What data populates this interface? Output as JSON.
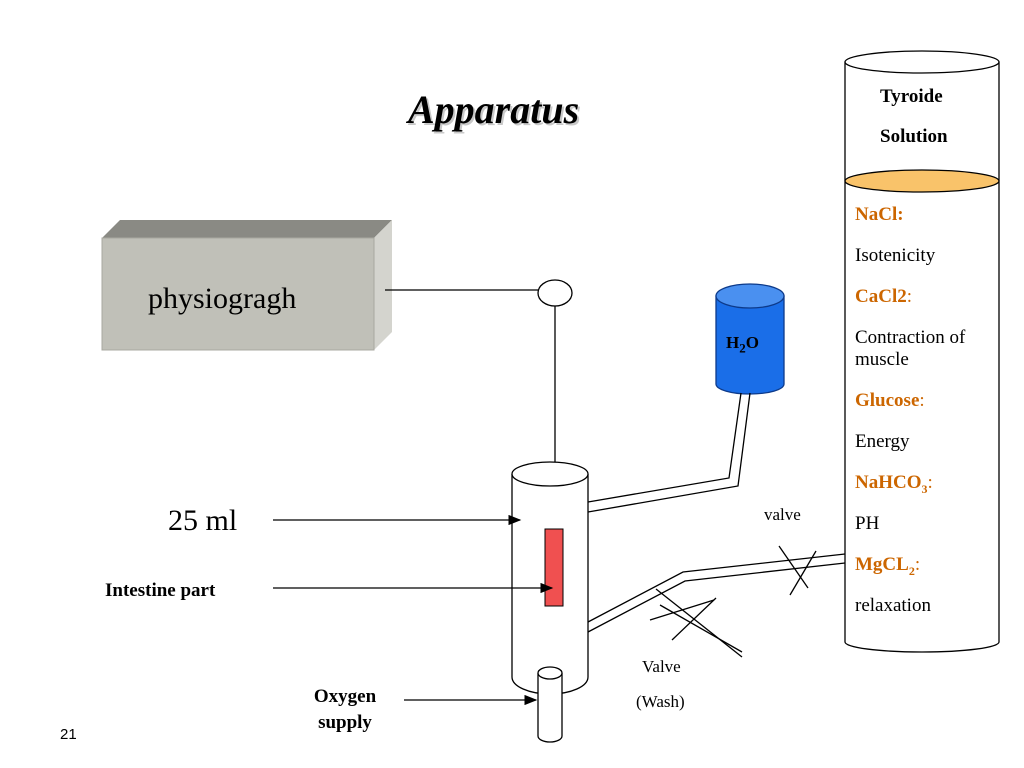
{
  "title": "Apparatus",
  "physiograph_label": "physiogragh",
  "volume_label": "25 ml",
  "intestine_label": "Intestine part",
  "oxygen_label": "Oxygen supply",
  "h2o": {
    "base": "H",
    "sub": "2",
    "tail": "O"
  },
  "valve_top_label": "valve",
  "valve_wash_label": "Valve",
  "wash_label": "(Wash)",
  "page_number": "21",
  "solution": {
    "title_line1": "Tyroide",
    "title_line2": "Solution",
    "components": [
      {
        "name": "NaCl:",
        "colon": "",
        "role": "Isotenicity"
      },
      {
        "name": "CaCl2",
        "colon": ":",
        "role": "Contraction of muscle"
      },
      {
        "name": "Glucose",
        "colon": ":",
        "role": "Energy"
      },
      {
        "name": "NaHCO",
        "sub": "3",
        "colon": ":",
        "role": "PH"
      },
      {
        "name": "MgCL",
        "sub": "2",
        "colon": ":",
        "role": "relaxation"
      }
    ]
  },
  "colors": {
    "component_name": "#cc6600",
    "water_jar": "#1a6ee8",
    "solution_surface": "#f9c36a",
    "intestine": "#f05050",
    "physiograph_box": "#c0c0b8"
  }
}
